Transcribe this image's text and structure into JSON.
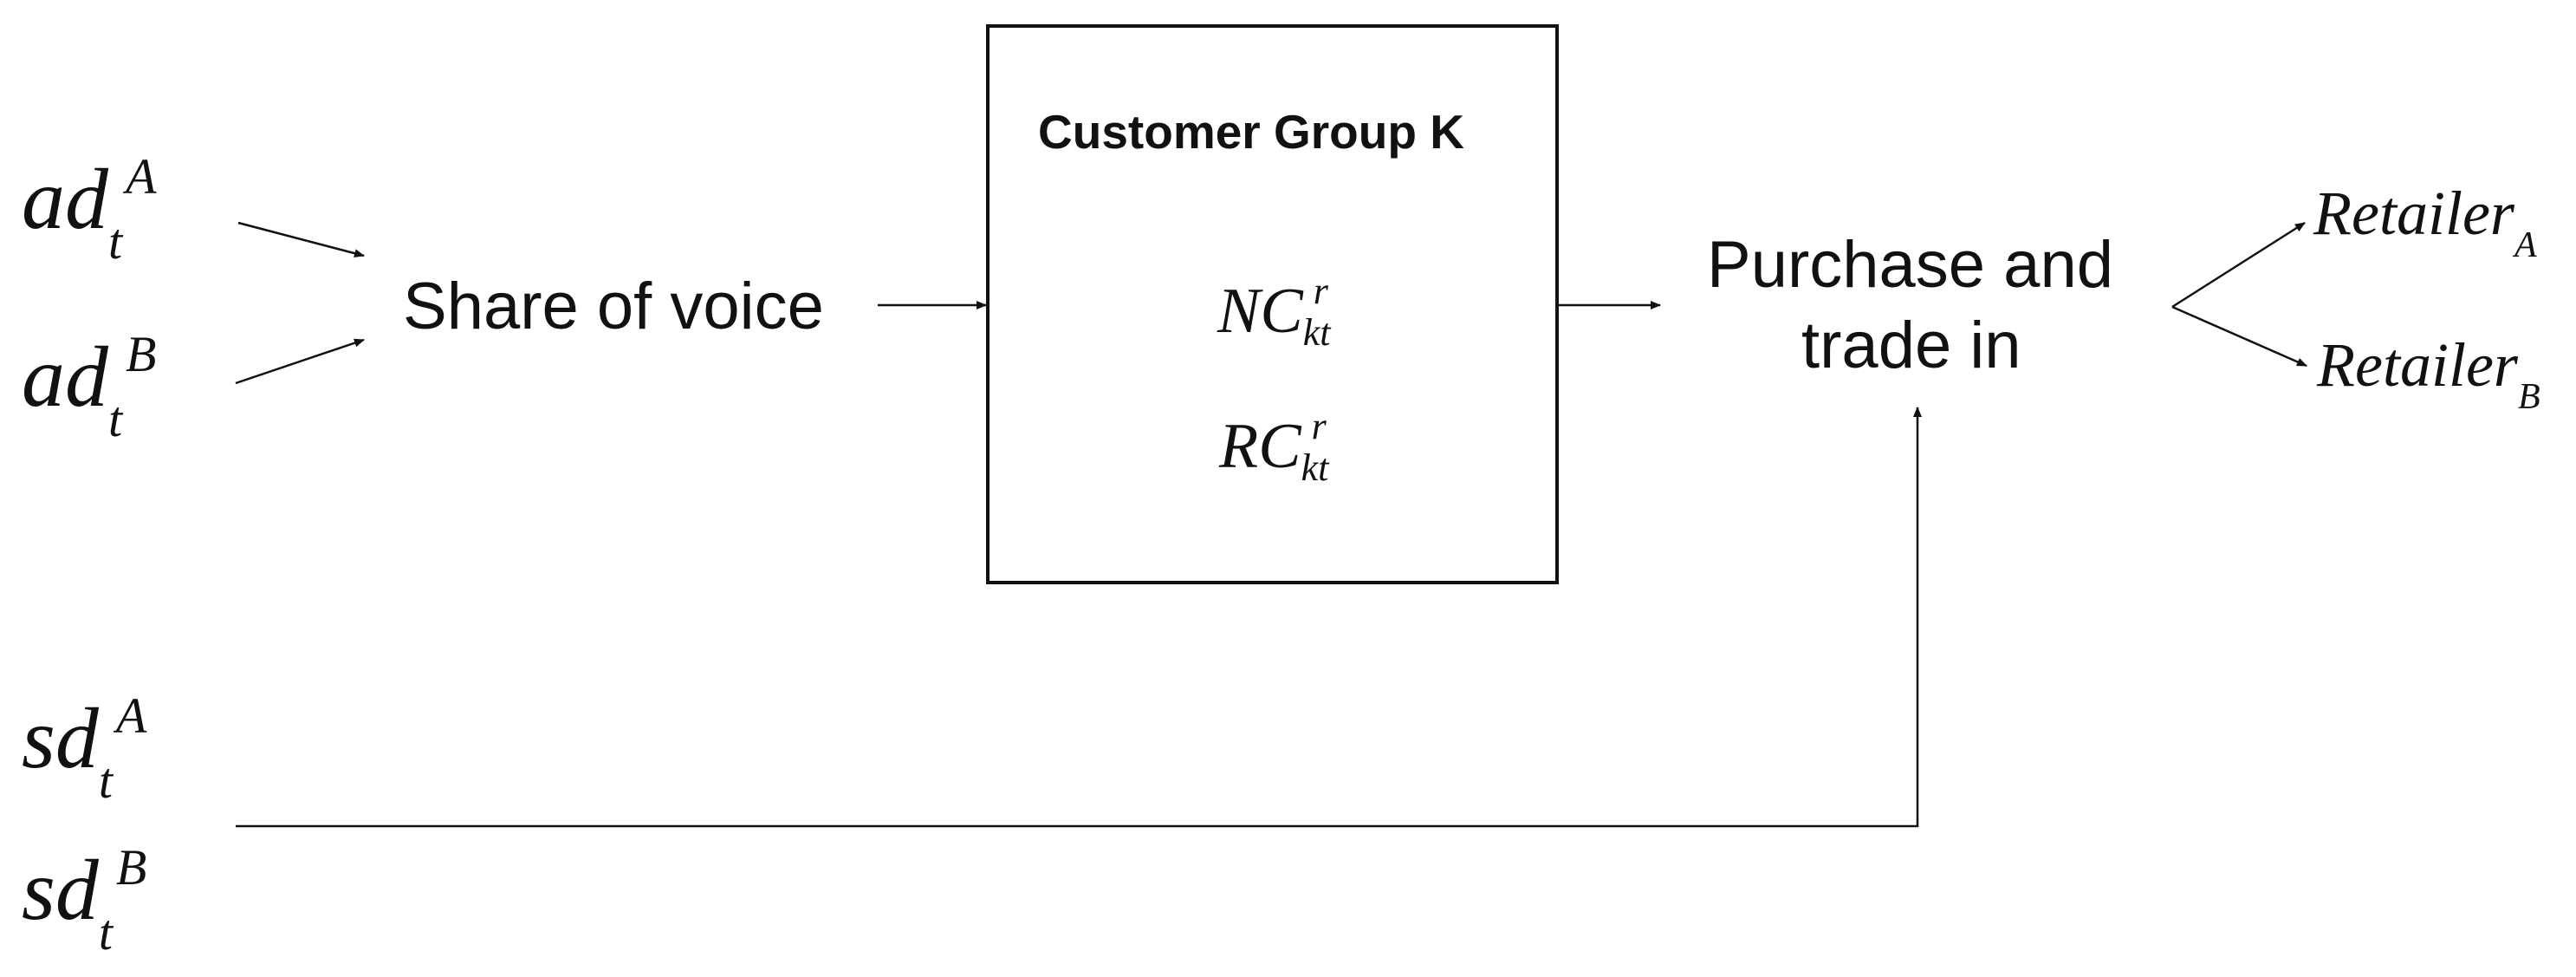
{
  "inputs": {
    "ad_a": {
      "base": "ad",
      "sub": "t",
      "sup": "A"
    },
    "ad_b": {
      "base": "ad",
      "sub": "t",
      "sup": "B"
    },
    "sd_a": {
      "base": "sd",
      "sub": "t",
      "sup": "A"
    },
    "sd_b": {
      "base": "sd",
      "sub": "t",
      "sup": "B"
    }
  },
  "share_of_voice": "Share of voice",
  "customer_group": {
    "title": "Customer Group K",
    "nc": {
      "base": "NC",
      "sub": "kt",
      "sup": "r"
    },
    "rc": {
      "base": "RC",
      "sub": "kt",
      "sup": "r"
    }
  },
  "purchase": {
    "line1": "Purchase and",
    "line2": "trade in"
  },
  "outputs": {
    "retailer_a": {
      "base": "Retailer",
      "sub": "A"
    },
    "retailer_b": {
      "base": "Retailer",
      "sub": "B"
    }
  },
  "colors": {
    "stroke": "#111111",
    "background": "#ffffff"
  }
}
